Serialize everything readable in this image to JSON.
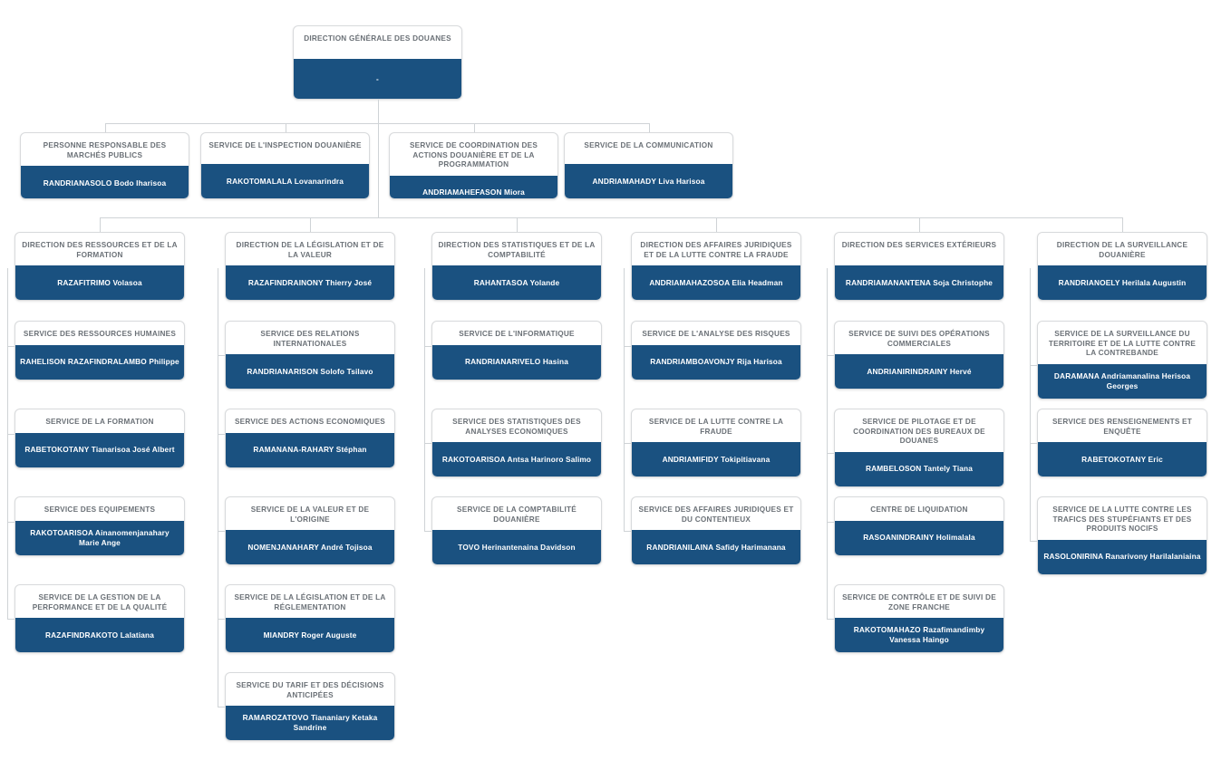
{
  "diagram": {
    "title": "Organigramme - Direction Générale des Douanes",
    "accent_color": "#1a5180",
    "card_border_color": "#d8dadc",
    "connector_color": "#cfd3d6",
    "title_text_color": "#6b7177",
    "person_text_color": "#ffffff"
  },
  "root": {
    "title": "DIRECTION GÉNÉRALE DES DOUANES",
    "person": "-"
  },
  "staff_units": [
    {
      "title": "PERSONNE RESPONSABLE DES MARCHÉS PUBLICS",
      "person": "RANDRIANASOLO Bodo Iharisoa"
    },
    {
      "title": "SERVICE DE L'INSPECTION DOUANIÈRE",
      "person": "RAKOTOMALALA Lovanarindra"
    },
    {
      "title": "SERVICE DE COORDINATION DES ACTIONS DOUANIÈRE ET DE LA PROGRAMMATION",
      "person": "ANDRIAMAHEFASON Miora"
    },
    {
      "title": "SERVICE DE LA COMMUNICATION",
      "person": "ANDRIAMAHADY Liva Harisoa"
    }
  ],
  "directions": [
    {
      "title": "DIRECTION DES RESSOURCES ET DE LA FORMATION",
      "person": "RAZAFITRIMO Volasoa",
      "services": [
        {
          "title": "SERVICE DES RESSOURCES HUMAINES",
          "person": "RAHELISON RAZAFINDRALAMBO Philippe"
        },
        {
          "title": "SERVICE DE LA FORMATION",
          "person": "RABETOKOTANY Tianarisoa José Albert"
        },
        {
          "title": "SERVICE DES EQUIPEMENTS",
          "person": "RAKOTOARISOA Ainanomenjanahary Marie Ange"
        },
        {
          "title": "SERVICE DE LA GESTION DE LA PERFORMANCE ET DE LA QUALITÉ",
          "person": "RAZAFINDRAKOTO Lalatiana"
        }
      ]
    },
    {
      "title": "DIRECTION DE LA LÉGISLATION ET DE LA VALEUR",
      "person": "RAZAFINDRAINONY Thierry José",
      "services": [
        {
          "title": "SERVICE DES RELATIONS INTERNATIONALES",
          "person": "RANDRIANARISON Solofo Tsilavo"
        },
        {
          "title": "SERVICE DES ACTIONS ECONOMIQUES",
          "person": "RAMANANA-RAHARY Stéphan"
        },
        {
          "title": "SERVICE DE LA VALEUR ET DE L'ORIGINE",
          "person": "NOMENJANAHARY André Tojisoa"
        },
        {
          "title": "SERVICE DE LA LÉGISLATION ET DE LA RÉGLEMENTATION",
          "person": "MIANDRY Roger Auguste"
        },
        {
          "title": "SERVICE DU TARIF ET DES DÉCISIONS ANTICIPÉES",
          "person": "RAMAROZATOVO Tiananiary Ketaka Sandrine"
        }
      ]
    },
    {
      "title": "DIRECTION DES STATISTIQUES ET DE LA COMPTABILITÉ",
      "person": "RAHANTASOA Yolande",
      "services": [
        {
          "title": "SERVICE DE L'INFORMATIQUE",
          "person": "RANDRIANARIVELO Hasina"
        },
        {
          "title": "SERVICE DES STATISTIQUES DES ANALYSES ECONOMIQUES",
          "person": "RAKOTOARISOA Antsa Harinoro Salimo"
        },
        {
          "title": "SERVICE DE LA COMPTABILITÉ DOUANIÈRE",
          "person": "TOVO Herinantenaina Davidson"
        }
      ]
    },
    {
      "title": "DIRECTION DES AFFAIRES JURIDIQUES ET DE LA LUTTE CONTRE LA FRAUDE",
      "person": "ANDRIAMAHAZOSOA Elia Headman",
      "services": [
        {
          "title": "SERVICE DE L'ANALYSE DES RISQUES",
          "person": "RANDRIAMBOAVONJY Rija Harisoa"
        },
        {
          "title": "SERVICE DE LA LUTTE CONTRE LA FRAUDE",
          "person": "ANDRIAMIFIDY Tokipitiavana"
        },
        {
          "title": "SERVICE DES AFFAIRES JURIDIQUES ET DU CONTENTIEUX",
          "person": "RANDRIANILAINA Safidy Harimanana"
        }
      ]
    },
    {
      "title": "DIRECTION DES SERVICES EXTÉRIEURS",
      "person": "RANDRIAMANANTENA Soja Christophe",
      "services": [
        {
          "title": "SERVICE DE SUIVI DES OPÉRATIONS COMMERCIALES",
          "person": "ANDRIANIRINDRAINY Hervé"
        },
        {
          "title": "SERVICE DE PILOTAGE ET DE COORDINATION DES BUREAUX DE DOUANES",
          "person": "RAMBELOSON Tantely Tiana"
        },
        {
          "title": "CENTRE DE LIQUIDATION",
          "person": "RASOANINDRAINY Holimalala"
        },
        {
          "title": "SERVICE DE CONTRÔLE ET DE SUIVI DE ZONE FRANCHE",
          "person": "RAKOTOMAHAZO Razafimandimby Vanessa Haingo"
        }
      ]
    },
    {
      "title": "DIRECTION DE LA SURVEILLANCE DOUANIÈRE",
      "person": "RANDRIANOELY Herilala Augustin",
      "services": [
        {
          "title": "SERVICE DE LA SURVEILLANCE DU TERRITOIRE ET DE LA LUTTE CONTRE LA CONTREBANDE",
          "person": "DARAMANA Andriamanalina Herisoa Georges"
        },
        {
          "title": "SERVICE DES RENSEIGNEMENTS ET ENQUÊTE",
          "person": "RABETOKOTANY Eric"
        },
        {
          "title": "SERVICE DE LA LUTTE CONTRE LES TRAFICS DES STUPÉFIANTS ET DES PRODUITS NOCIFS",
          "person": "RASOLONIRINA Ranarivony Harilalaniaina"
        }
      ]
    }
  ]
}
